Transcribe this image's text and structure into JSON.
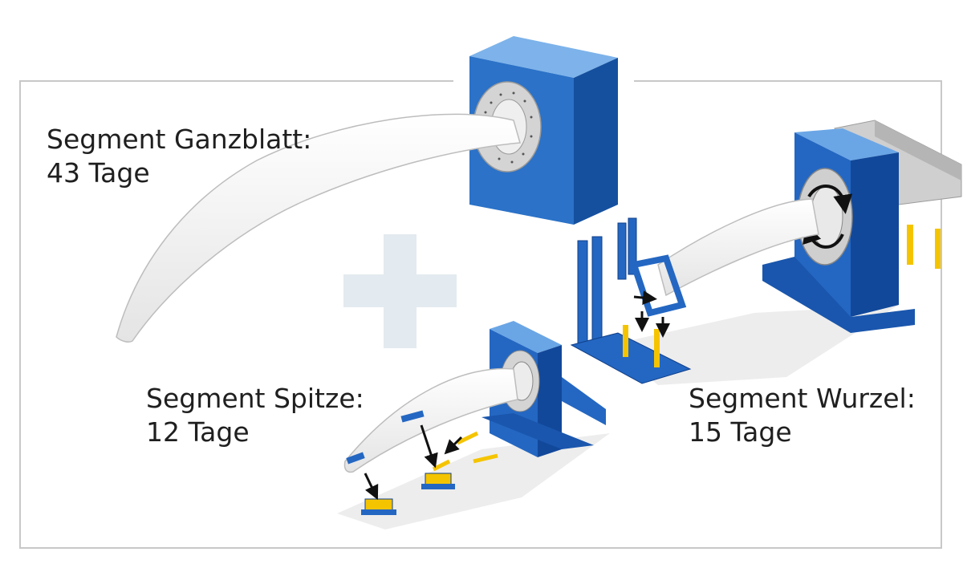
{
  "segments": {
    "ganzblatt": {
      "line1": "Segment Ganzblatt:",
      "line2": "43 Tage"
    },
    "spitze": {
      "line1": "Segment Spitze:",
      "line2": "12 Tage"
    },
    "wurzel": {
      "line1": "Segment Wurzel:",
      "line2": "15 Tage"
    }
  },
  "colors": {
    "frame": "#c8c8c8",
    "plus": "#e3eaf0",
    "blade": "#f3f3f3",
    "blade_stroke": "#bdbdbd",
    "steel_blue_light": "#4a8fd6",
    "steel_blue": "#1f66c1",
    "steel_blue_dark": "#0f3f8a",
    "steel_blue_top": "#7db3ea",
    "support_yellow": "#f5c400",
    "flange_grey": "#cfcfcf",
    "floor_shadow": "#ececec"
  },
  "icons": [
    "plus-icon",
    "rotation-arrow-icon",
    "motion-arrow-icon"
  ]
}
